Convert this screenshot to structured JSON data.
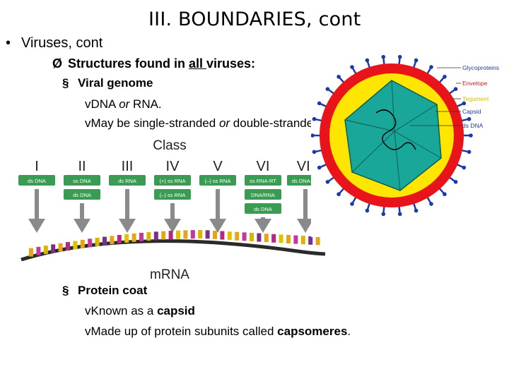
{
  "slide": {
    "title": "III. BOUNDARIES, cont",
    "bullet1": {
      "marker": "•",
      "text": "Viruses, cont"
    },
    "bullet2": {
      "marker": "Ø",
      "text_pre": "Structures found in ",
      "text_underlined": "all ",
      "text_post": "viruses:"
    },
    "bullet3": {
      "marker": "§",
      "text": "Viral genome"
    },
    "bullet4": {
      "marker": "v",
      "text_a": "DNA ",
      "text_em": "or",
      "text_b": " RNA."
    },
    "bullet5": {
      "marker": "v",
      "text_a": "May be single-stranded ",
      "text_em": "or",
      "text_b": " double-stranded."
    },
    "bullet6": {
      "marker": "§",
      "text": "Protein coat"
    },
    "bullet7": {
      "marker": "v",
      "text_a": "Known as a ",
      "text_strong": "capsid"
    },
    "bullet8": {
      "marker": "v",
      "text_a": "Made up of protein subunits called ",
      "text_strong": "capsomeres",
      "text_b": "."
    }
  },
  "baltimore_diagram": {
    "heading": "Class",
    "classes": [
      {
        "numeral": "I",
        "boxes": [
          "ds DNA"
        ]
      },
      {
        "numeral": "II",
        "boxes": [
          "ss DNA",
          "ds DNA"
        ]
      },
      {
        "numeral": "III",
        "boxes": [
          "ds RNA"
        ]
      },
      {
        "numeral": "IV",
        "boxes": [
          "(+) ss RNA",
          "(–) ss RNA"
        ]
      },
      {
        "numeral": "V",
        "boxes": [
          "(–) ss RNA"
        ]
      },
      {
        "numeral": "VI",
        "boxes": [
          "ss RNA-RT",
          "DNA/RNA",
          "ds DNA"
        ]
      },
      {
        "numeral": "VII",
        "boxes": [
          "ds DNA-RT"
        ]
      }
    ],
    "footer": "mRNA",
    "colors": {
      "box": "#3a9b52",
      "arrow": "#8a8a8a",
      "strand": "#2a2a2a"
    }
  },
  "virus_figure": {
    "labels": [
      {
        "text": "Glycoproteins",
        "color": "#1a3aa8"
      },
      {
        "text": "Envelope",
        "color": "#d02020"
      },
      {
        "text": "Tegument",
        "color": "#d8c000"
      },
      {
        "text": "Capsid",
        "color": "#1a3aa8"
      },
      {
        "text": "ds DNA",
        "color": "#1a3aa8"
      }
    ],
    "colors": {
      "envelope": "#e8141a",
      "tegument": "#ffe600",
      "capsid": "#19a79a",
      "spike": "#1a3aa8"
    }
  }
}
